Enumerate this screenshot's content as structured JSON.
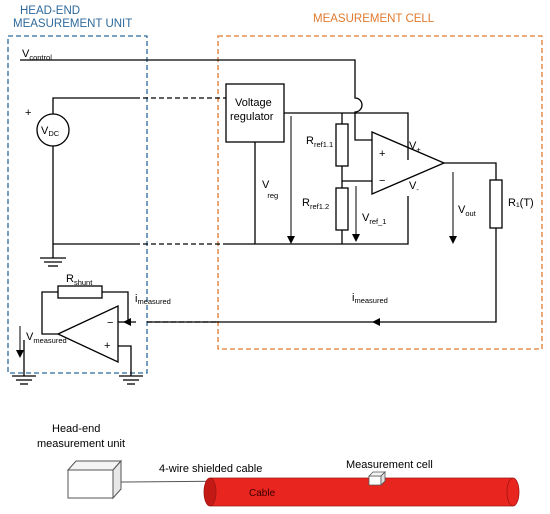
{
  "titles": {
    "head_end": [
      "HEAD-END",
      "MEASUREMENT UNIT"
    ],
    "measurement_cell": "MEASUREMENT CELL"
  },
  "labels": {
    "v_control": {
      "main": "V",
      "sub": "control"
    },
    "v_dc": {
      "main": "V",
      "sub": "DC"
    },
    "plus": "+",
    "voltage_regulator": [
      "Voltage",
      "regulator"
    ],
    "r_ref11": {
      "main": "R",
      "sub": "ref1.1"
    },
    "r_ref12": {
      "main": "R",
      "sub": "ref1.2"
    },
    "v_reg": {
      "main": "V",
      "sub": "reg"
    },
    "v_ref1": {
      "main": "V",
      "sub": "ref_1"
    },
    "v_plus": {
      "main": "V",
      "sub": "+"
    },
    "v_minus": {
      "main": "V",
      "sub": "-"
    },
    "opamp_plus": "+",
    "opamp_minus": "−",
    "v_out": {
      "main": "V",
      "sub": "out"
    },
    "r1t": "R₁(T)",
    "r_shunt": {
      "main": "R",
      "sub": "shunt"
    },
    "i_measured_head": {
      "main": "i",
      "sub": "measured"
    },
    "i_measured_cell": {
      "main": "i",
      "sub": "measured"
    },
    "v_measured": {
      "main": "V",
      "sub": "measured"
    },
    "amp2_minus": "−",
    "amp2_plus": "+"
  },
  "bottom": {
    "head_end_unit": [
      "Head-end",
      "measurement unit"
    ],
    "cable_label": "4-wire shielded cable",
    "cell_label": "Measurement cell",
    "cable_text": "Cable"
  },
  "colors": {
    "head_end_box": "#2e6a9c",
    "measurement_cell_box": "#e07a2e",
    "cable": "#e8251f"
  }
}
